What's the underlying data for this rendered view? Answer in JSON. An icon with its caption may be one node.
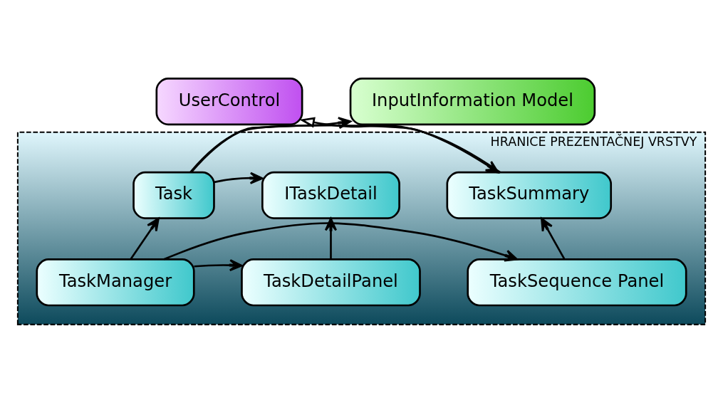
{
  "diagram": {
    "nodes": [
      {
        "text": [
          "UserControl"
        ]
      },
      {
        "text": [
          "InputInformation Model"
        ]
      },
      {
        "text": [
          "HRANICE PREZENTAČNEJ VRSTVY"
        ]
      },
      {
        "text": [
          "TaskSummary"
        ],
        "in": 2
      },
      {
        "text": [
          "Task"
        ],
        "in": 2
      },
      {
        "text": [
          "ITaskDetail"
        ],
        "in": 2
      },
      {
        "text": [
          "TaskSequence Panel"
        ],
        "in": 2
      },
      {
        "text": [
          "TaskManager"
        ],
        "in": 2
      },
      {
        "text": [
          "TaskDetailPanel"
        ],
        "in": 2
      }
    ],
    "edges": [
      {
        "from": 3,
        "to": 0,
        "arrow": "to"
      },
      {
        "from": 4,
        "to": 1,
        "arrow": "to"
      },
      {
        "from": 4,
        "to": 3,
        "arrow": "to"
      },
      {
        "from": 4,
        "to": 5,
        "arrow": "to"
      },
      {
        "from": 7,
        "to": 4,
        "arrow": "to"
      },
      {
        "from": 7,
        "to": 6,
        "arrow": "to"
      },
      {
        "from": 7,
        "to": 8,
        "arrow": "to"
      },
      {
        "from": 6,
        "to": 3,
        "arrow": "to"
      },
      {
        "from": 8,
        "to": 5,
        "arrow": "to"
      }
    ]
  }
}
